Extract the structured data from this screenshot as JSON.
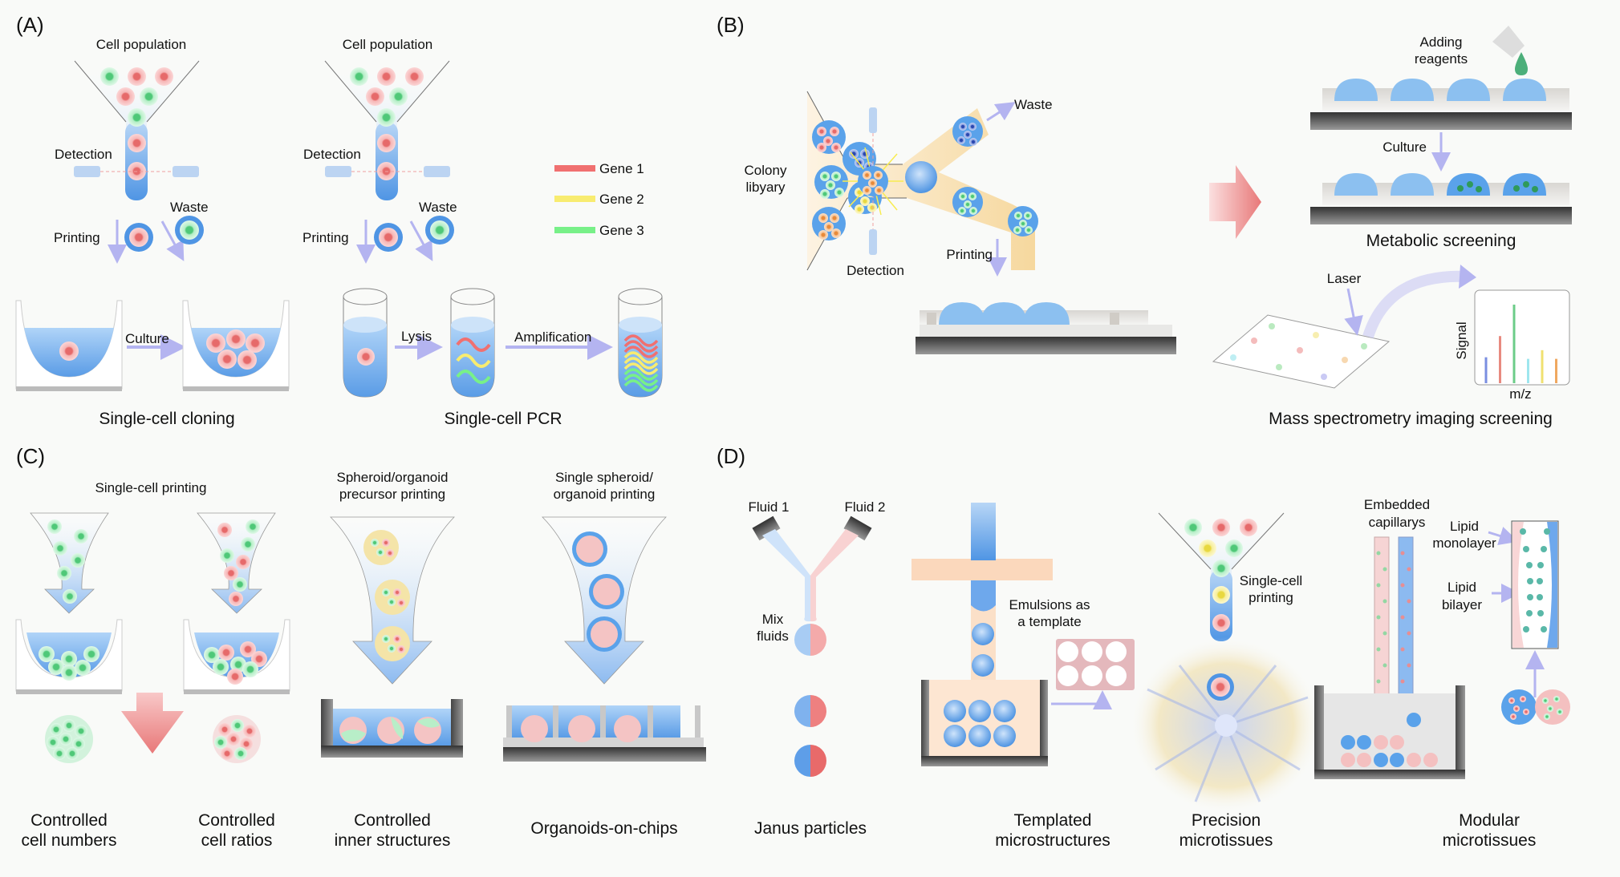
{
  "panels": {
    "A": {
      "label": "(A)",
      "funnel1": {
        "title": "Cell population",
        "detection": "Detection",
        "printing": "Printing",
        "waste": "Waste"
      },
      "funnel2": {
        "title": "Cell population",
        "detection": "Detection",
        "printing": "Printing",
        "waste": "Waste"
      },
      "legend": [
        {
          "label": "Gene 1",
          "color": "#f07070"
        },
        {
          "label": "Gene 2",
          "color": "#f8ec70"
        },
        {
          "label": "Gene 3",
          "color": "#78f088"
        }
      ],
      "cloning": {
        "step": "Culture",
        "caption": "Single-cell cloning"
      },
      "pcr": {
        "step1": "Lysis",
        "step2": "Amplification",
        "caption": "Single-cell PCR"
      }
    },
    "B": {
      "label": "(B)",
      "library": "Colony libyary",
      "library_line1": "Colony",
      "library_line2": "libyary",
      "detection": "Detection",
      "waste": "Waste",
      "printing": "Printing",
      "metabolic": {
        "adding_line1": "Adding",
        "adding_line2": "reagents",
        "culture": "Culture",
        "caption": "Metabolic screening"
      },
      "msi": {
        "laser": "Laser",
        "ylabel": "Signal",
        "xlabel": "m/z",
        "caption": "Mass spectrometry imaging screening"
      }
    },
    "C": {
      "label": "(C)",
      "single_cell_printing": "Single-cell printing",
      "precursor_line1": "Spheroid/organoid",
      "precursor_line2": "precursor printing",
      "single_spheroid_line1": "Single spheroid/",
      "single_spheroid_line2": "organoid printing",
      "captions": [
        {
          "line1": "Controlled",
          "line2": "cell numbers"
        },
        {
          "line1": "Controlled",
          "line2": "cell ratios"
        },
        {
          "line1": "Controlled",
          "line2": "inner structures"
        },
        {
          "line1": "Organoids-on-chips",
          "line2": ""
        }
      ]
    },
    "D": {
      "label": "(D)",
      "fluid1": "Fluid 1",
      "fluid2": "Fluid 2",
      "mix_line1": "Mix",
      "mix_line2": "fluids",
      "emulsion_line1": "Emulsions as",
      "emulsion_line2": "a template",
      "sc_line1": "Single-cell",
      "sc_line2": "printing",
      "capillary_line1": "Embedded",
      "capillary_line2": "capillarys",
      "mono_line1": "Lipid",
      "mono_line2": "monolayer",
      "bi_line1": "Lipid",
      "bi_line2": "bilayer",
      "captions": [
        {
          "line1": "Janus particles",
          "line2": ""
        },
        {
          "line1": "Templated",
          "line2": "microstructures"
        },
        {
          "line1": "Precision",
          "line2": "microtissues"
        },
        {
          "line1": "Modular",
          "line2": "microtissues"
        }
      ]
    }
  },
  "colors": {
    "blue": "#5aa2ea",
    "red_cell": "#f0a0a0",
    "green_cell": "#a8e8b8",
    "arrow": "#b4b4f0",
    "channel": "#f8d9a0"
  }
}
